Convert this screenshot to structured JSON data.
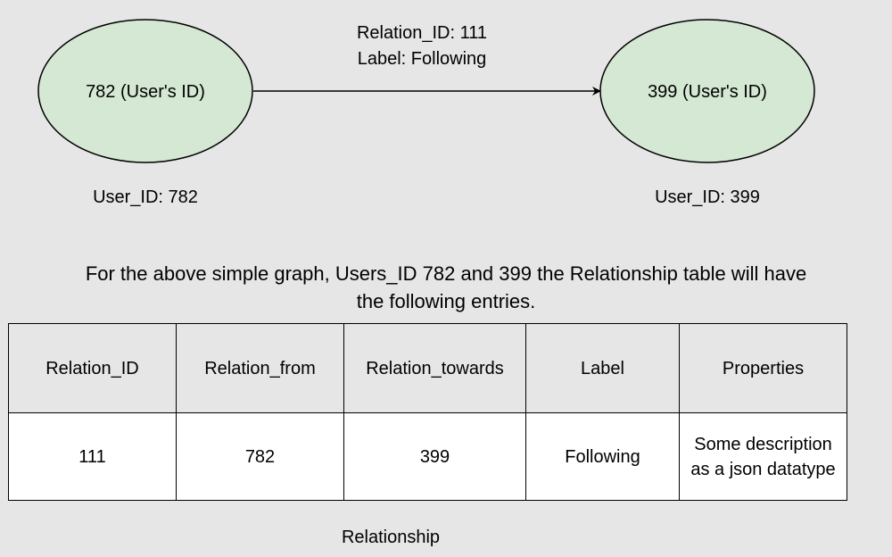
{
  "graph": {
    "node_left_label": "782 (User's ID)",
    "node_right_label": "399 (User's ID)",
    "node_fill": "#d5e8d4",
    "edge_label_line1": "Relation_ID: 111",
    "edge_label_line2": "Label: Following",
    "user_left_caption": "User_ID: 782",
    "user_right_caption": "User_ID: 399"
  },
  "caption": {
    "line1": "For the above simple graph,  Users_ID 782 and 399 the Relationship table will have",
    "line2": "the following entries."
  },
  "table": {
    "headers": [
      "Relation_ID",
      "Relation_from",
      "Relation_towards",
      "Label",
      "Properties"
    ],
    "row": [
      "111",
      "782",
      "399",
      "Following",
      "Some description as a json datatype"
    ],
    "caption": "Relationship"
  }
}
